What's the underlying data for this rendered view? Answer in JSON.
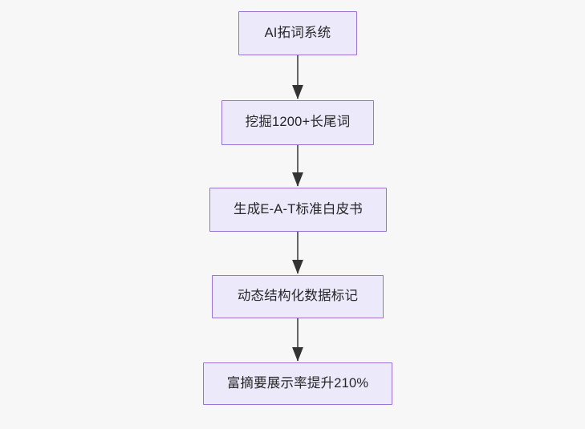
{
  "diagram": {
    "type": "flowchart",
    "direction": "top-to-bottom",
    "background_color": "#f7f7f7",
    "node_fill_color": "#ece9fb",
    "node_border_color": "#9872d4",
    "node_text_color": "#262626",
    "edge_color": "#666666",
    "nodes": [
      {
        "id": "n0",
        "label": "AI拓词系统"
      },
      {
        "id": "n1",
        "label": "挖掘1200+长尾词"
      },
      {
        "id": "n2",
        "label": "生成E-A-T标准白皮书"
      },
      {
        "id": "n3",
        "label": "动态结构化数据标记"
      },
      {
        "id": "n4",
        "label": "富摘要展示率提升210%"
      }
    ],
    "edges": [
      {
        "from": "n0",
        "to": "n1",
        "label": ""
      },
      {
        "from": "n1",
        "to": "n2",
        "label": ""
      },
      {
        "from": "n2",
        "to": "n3",
        "label": ""
      },
      {
        "from": "n3",
        "to": "n4",
        "label": ""
      }
    ]
  }
}
